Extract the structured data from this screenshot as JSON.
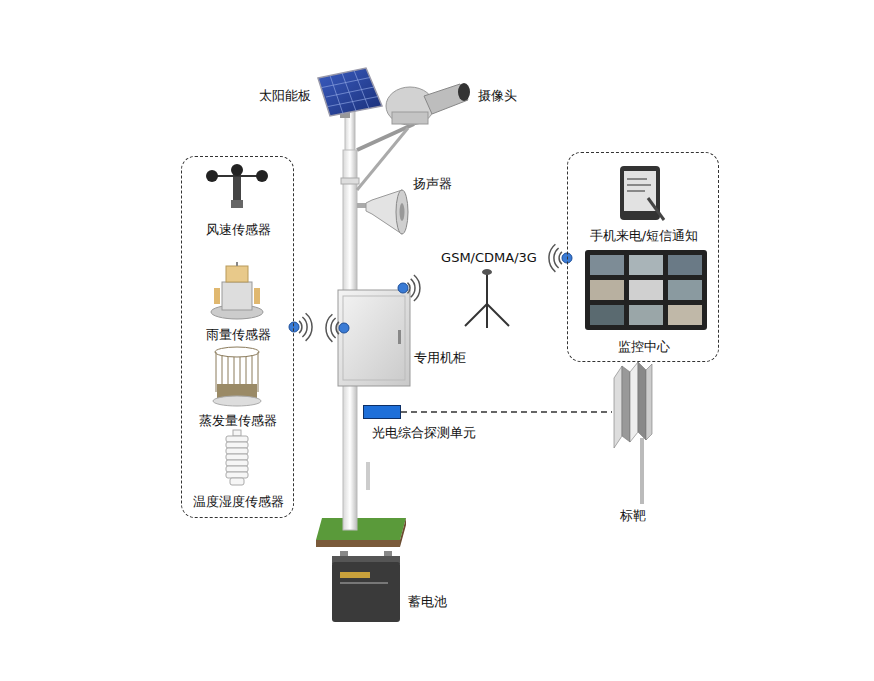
{
  "diagram": {
    "nodes": [
      {
        "text": []
      },
      {
        "text": [
          "风速传感器"
        ],
        "in": 0
      },
      {
        "text": [
          "雨量传感器"
        ],
        "in": 0
      },
      {
        "text": [
          "蒸发量传感器"
        ],
        "in": 0
      },
      {
        "text": [
          "温度湿度传感器"
        ],
        "in": 0
      },
      {
        "text": [
          "太阳能板"
        ]
      },
      {
        "text": [
          "摄像头"
        ]
      },
      {
        "text": [
          "扬声器"
        ]
      },
      {
        "text": [
          "专用机柜"
        ]
      },
      {
        "text": [
          "光电综合探测单元"
        ]
      },
      {
        "text": [
          "GSM/CDMA/3G"
        ]
      },
      {
        "text": []
      },
      {
        "text": [
          "手机来电/短信通知"
        ],
        "in": 11
      },
      {
        "text": [
          "监控中心"
        ],
        "in": 11
      },
      {
        "text": [
          "标靶"
        ]
      },
      {
        "text": [
          "蓄电池"
        ]
      }
    ],
    "edges": [
      {
        "from": 9,
        "to": 14,
        "arrow": "none"
      }
    ]
  }
}
